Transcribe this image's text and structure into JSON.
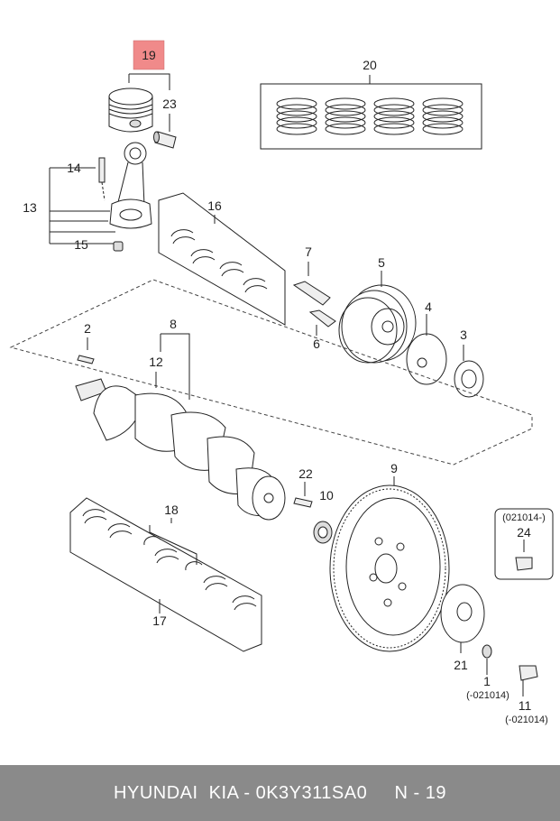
{
  "highlight_color": "#f08a8a",
  "callouts": {
    "c19": "19",
    "c20": "20",
    "c23": "23",
    "c14": "14",
    "c13": "13",
    "c15": "15",
    "c16": "16",
    "c7": "7",
    "c5": "5",
    "c4": "4",
    "c6": "6",
    "c3": "3",
    "c2": "2",
    "c8": "8",
    "c12": "12",
    "c22": "22",
    "c10": "10",
    "c9": "9",
    "c18": "18",
    "c17": "17",
    "c24": "24",
    "c21": "21",
    "c1": "1",
    "c11": "11"
  },
  "date_notes": {
    "box24": "(021014-)",
    "part1": "(-021014)",
    "part11": "(-021014)"
  },
  "footer": {
    "text": "HYUNDAI  KIA - 0K3Y311SA0     N - 19"
  }
}
